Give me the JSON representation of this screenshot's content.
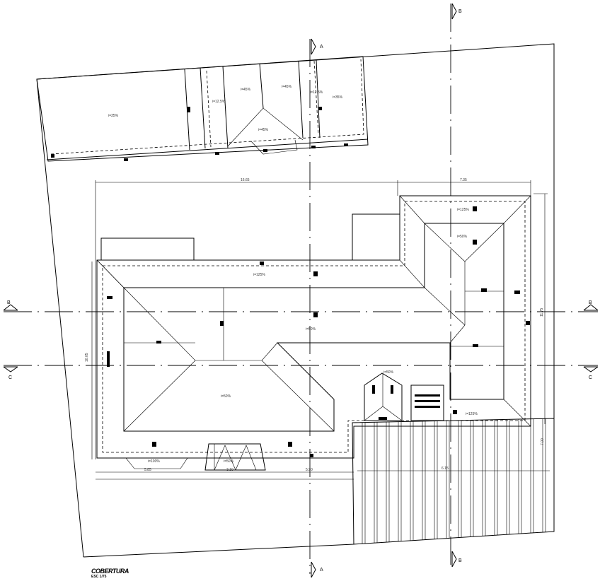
{
  "drawing": {
    "title": "COBERTURA",
    "scale": "ESC 1/75"
  },
  "sections": {
    "a": "A",
    "b": "B",
    "c": "C"
  },
  "dimensions": {
    "top_left": "16.65",
    "top_right": "7.35",
    "bottom_1": "5.85",
    "bottom_2": "3.10",
    "bottom_3": "5.90",
    "bottom_4": "6.15",
    "left": "10.05",
    "right": "11.75",
    "right_lower": "7.00"
  },
  "slopes": {
    "s35": "i=35%",
    "s125": "i=12.5%",
    "s45": "i=45%",
    "s50": "i=50%",
    "s100": "i=100%",
    "s125b": "i=125%"
  }
}
